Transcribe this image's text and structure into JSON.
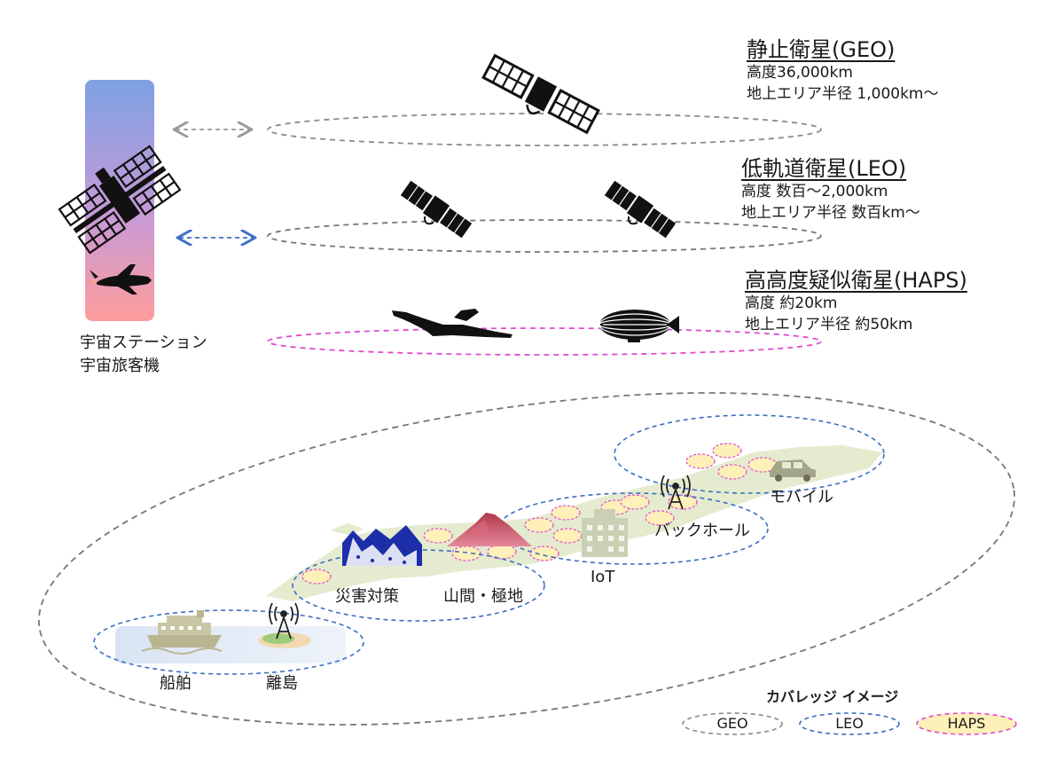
{
  "tiers": [
    {
      "title": "静止衛星(GEO)",
      "lines": [
        "高度36,000km",
        "地上エリア半径 1,000km～"
      ]
    },
    {
      "title": "低軌道衛星(LEO)",
      "lines": [
        "高度  数百～2,000km",
        "地上エリア半径 数百km～"
      ]
    },
    {
      "title": "高高度疑似衛星(HAPS)",
      "lines": [
        "高度  約20km",
        "地上エリア半径 約50km"
      ]
    }
  ],
  "station": {
    "lines": [
      "宇宙ステーション",
      "宇宙旅客機"
    ]
  },
  "regions": {
    "ship": "船舶",
    "island": "離島",
    "disaster": "災害対策",
    "mountain": "山間・極地",
    "iot": "IoT",
    "backhaul": "バックホール",
    "mobile": "モバイル"
  },
  "legend": {
    "title": "カバレッジ イメージ",
    "items": [
      {
        "label": "GEO",
        "color": "#8a8a8a"
      },
      {
        "label": "LEO",
        "color": "#3b6fc4"
      },
      {
        "label": "HAPS",
        "color": "#e04ad0"
      }
    ]
  },
  "colors": {
    "geo": "#8a8a8a",
    "leo": "#3b6fc4",
    "haps": "#e04ad0",
    "haps_fill": "#fdf0b8",
    "land": "#e5ebcf",
    "bar_top": "#7ea1e3",
    "bar_bottom": "#ff9c9c"
  },
  "icons": [
    "satellite-icon",
    "space-station-icon",
    "space-shuttle-icon",
    "glider-icon",
    "airship-icon",
    "ship-icon",
    "antenna-icon",
    "mountain-icon",
    "volcano-icon",
    "building-icon",
    "car-icon"
  ]
}
